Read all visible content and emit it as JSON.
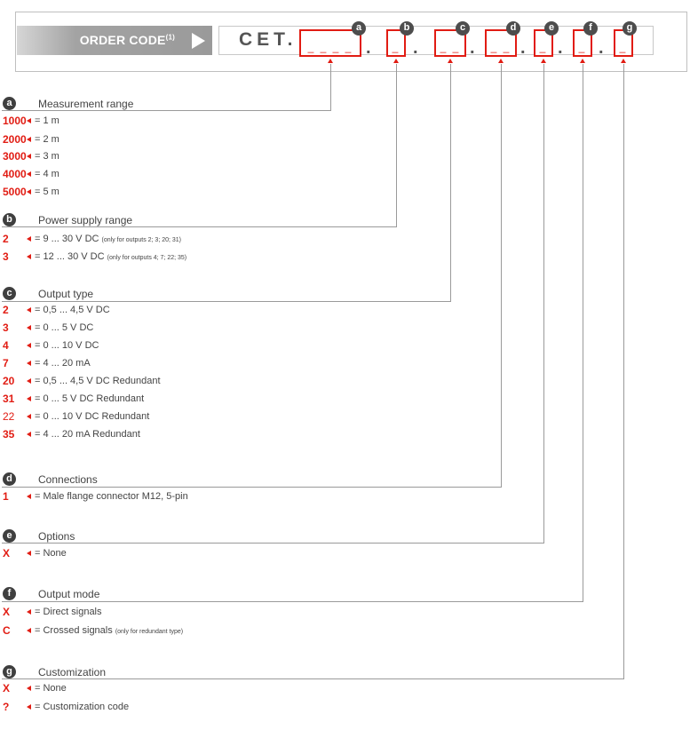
{
  "header": {
    "banner_label": "ORDER CODE",
    "banner_sup": "(1)",
    "prefix": "CET.",
    "separator": ".",
    "slots": [
      {
        "letter": "a",
        "fill": "_ _ _ _"
      },
      {
        "letter": "b",
        "fill": "_"
      },
      {
        "letter": "c",
        "fill": "_ _"
      },
      {
        "letter": "d",
        "fill": "_ _"
      },
      {
        "letter": "e",
        "fill": "_"
      },
      {
        "letter": "f",
        "fill": "_"
      },
      {
        "letter": "g",
        "fill": "_"
      }
    ]
  },
  "sections": [
    {
      "letter": "a",
      "title": "Measurement range",
      "rows": [
        {
          "code": "1000",
          "desc": "= 1 m"
        },
        {
          "code": "2000",
          "desc": "= 2 m"
        },
        {
          "code": "3000",
          "desc": "= 3 m"
        },
        {
          "code": "4000",
          "desc": "= 4 m"
        },
        {
          "code": "5000",
          "desc": "= 5 m"
        }
      ]
    },
    {
      "letter": "b",
      "title": "Power supply range",
      "rows": [
        {
          "code": "2",
          "desc": "= 9 ... 30 V DC",
          "note": "(only for outputs 2; 3; 20; 31)"
        },
        {
          "code": "3",
          "desc": "= 12 ... 30 V DC",
          "note": "(only for outputs 4; 7; 22; 35)"
        }
      ]
    },
    {
      "letter": "c",
      "title": "Output type",
      "rows": [
        {
          "code": "2",
          "desc": "= 0,5 ... 4,5 V DC"
        },
        {
          "code": "3",
          "desc": "= 0 ... 5 V DC"
        },
        {
          "code": "4",
          "desc": "= 0 ... 10 V DC"
        },
        {
          "code": "7",
          "desc": "= 4 ... 20 mA"
        },
        {
          "code": "20",
          "desc": "= 0,5 ... 4,5 V DC Redundant"
        },
        {
          "code": "31",
          "desc": "= 0 ... 5 V DC Redundant"
        },
        {
          "code": "22",
          "desc": "= 0 ... 10 V DC Redundant"
        },
        {
          "code": "35",
          "desc": "= 4 ... 20 mA Redundant"
        }
      ]
    },
    {
      "letter": "d",
      "title": "Connections",
      "rows": [
        {
          "code": "1",
          "desc": "= Male flange connector M12, 5-pin"
        }
      ]
    },
    {
      "letter": "e",
      "title": "Options",
      "rows": [
        {
          "code": "X",
          "desc": "= None"
        }
      ]
    },
    {
      "letter": "f",
      "title": "Output mode",
      "rows": [
        {
          "code": "X",
          "desc": "= Direct signals"
        },
        {
          "code": "C",
          "desc": "= Crossed signals",
          "note": "(only for redundant type)"
        }
      ]
    },
    {
      "letter": "g",
      "title": "Customization",
      "rows": [
        {
          "code": "X",
          "desc": "= None"
        },
        {
          "code": "?",
          "desc": "= Customization code"
        }
      ]
    }
  ],
  "colors": {
    "accent": "#e11c13",
    "badge": "#3f3f3f",
    "banner": "#9a9a9a"
  }
}
